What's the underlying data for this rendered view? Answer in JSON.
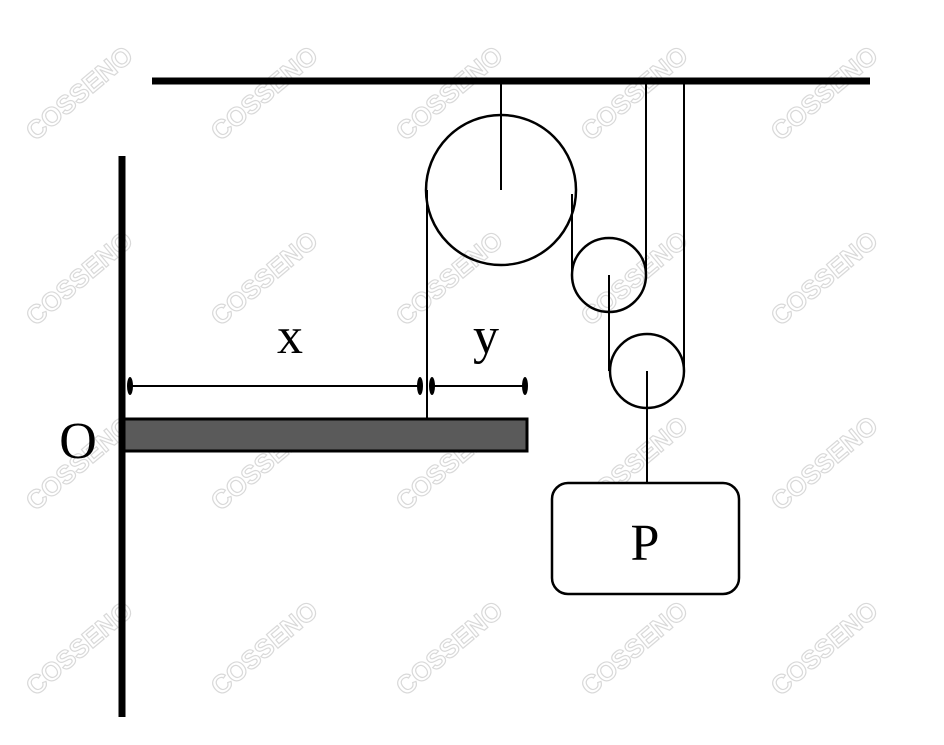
{
  "labels": {
    "origin": "O",
    "distance_x": "x",
    "distance_y": "y",
    "load": "P"
  },
  "watermark": {
    "text": "COSSENO"
  },
  "colors": {
    "line": "#000000",
    "beam_fill": "#5a5a5a",
    "watermark": "#d9d9d9",
    "background": "#ffffff"
  }
}
